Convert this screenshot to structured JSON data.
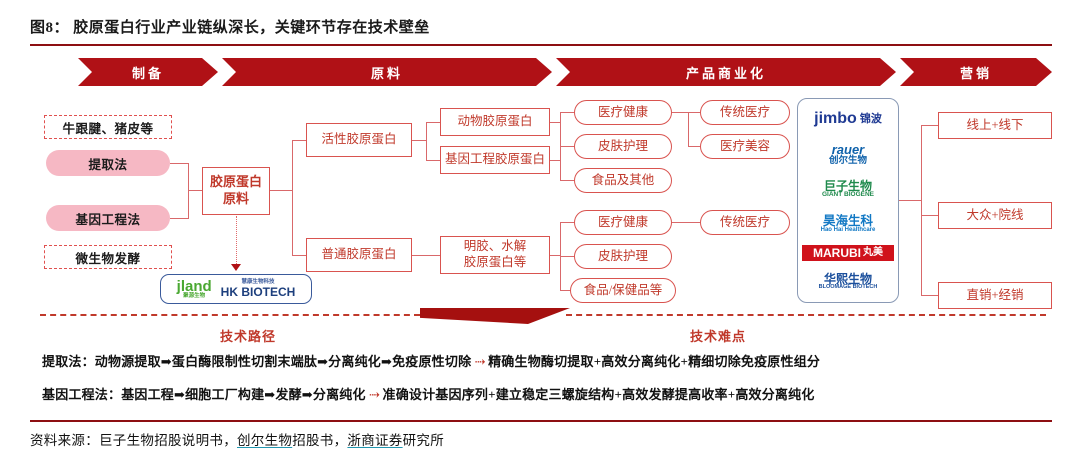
{
  "title": "图8： 胶原蛋白行业产业链纵深长，关键环节存在技术壁垒",
  "colors": {
    "banner_red": "#b01116",
    "node_red": "#c0392b",
    "pill_pink": "#f6b8c4",
    "link_underline": "#2196b0"
  },
  "banner": {
    "stages": [
      {
        "label": "制备"
      },
      {
        "label": "原料"
      },
      {
        "label": "产品商业化"
      },
      {
        "label": "营销"
      }
    ]
  },
  "sources": {
    "dashed_top": "牛跟腱、猪皮等",
    "dashed_bottom": "微生物发酵",
    "method_extraction": "提取法",
    "method_genetic": "基因工程法"
  },
  "raw_material": {
    "line1": "胶原蛋白",
    "line2": "原料"
  },
  "suppliers": {
    "jland_main": "jland",
    "jland_sub": "聚源生物",
    "hk_top": "慧康生物科技",
    "hk_main": "HK BIOTECH"
  },
  "materials": {
    "active": "活性胶原蛋白",
    "ordinary": "普通胶原蛋白",
    "active_children": [
      "动物胶原蛋白",
      "基因工程胶原蛋白"
    ],
    "ordinary_child_line1": "明胶、水解",
    "ordinary_child_line2": "胶原蛋白等"
  },
  "applications": {
    "upper": [
      "医疗健康",
      "皮肤护理",
      "食品及其他"
    ],
    "lower": [
      "医疗健康",
      "皮肤护理",
      "食品/保健品等"
    ],
    "upper_sub": [
      "传统医疗",
      "医疗美容"
    ],
    "lower_sub": [
      "传统医疗"
    ]
  },
  "companies": [
    {
      "name": "锦波生物",
      "latin": "jimbo",
      "cn": "锦波",
      "color": "#1f3a93"
    },
    {
      "name": "创尔生物",
      "latin": "rauer",
      "cn": "创尔生物",
      "color": "#0f62ab"
    },
    {
      "name": "巨子生物",
      "latin": "GIANT BIOGENE",
      "cn": "巨子生物",
      "color": "#1f8a4c"
    },
    {
      "name": "昊海生科",
      "latin": "Hao Hai Healthcare",
      "cn": "昊海生科",
      "color": "#1178c4"
    },
    {
      "name": "丸美",
      "latin": "MARUBI",
      "cn": "丸美",
      "color": "#d0121b"
    },
    {
      "name": "华熙生物",
      "latin": "BLOOMAGE BIOTECH",
      "cn": "华熙生物",
      "color": "#1b4f9c"
    }
  ],
  "marketing": [
    "线上+线下",
    "大众+院线",
    "直销+经销"
  ],
  "tech": {
    "path_heading": "技术路径",
    "difficulty_heading": "技术难点",
    "row1_left": "提取法：动物源提取➡蛋白酶限制性切割末端肽➡分离纯化➡免疫原性切除",
    "row1_arrow": "⇢",
    "row1_right": "精确生物酶切提取+高效分离纯化+精细切除免疫原性组分",
    "row2_left": "基因工程法：基因工程➡细胞工厂构建➡发酵➡分离纯化",
    "row2_arrow": "⇢",
    "row2_right": "准确设计基因序列+建立稳定三螺旋结构+高效发酵提高收率+高效分离纯化"
  },
  "footer": {
    "prefix": "资料来源：巨子生物招股说明书，",
    "link1": "创尔生物",
    "mid": "招股书，",
    "link2": "浙商证券",
    "suffix": "研究所"
  }
}
